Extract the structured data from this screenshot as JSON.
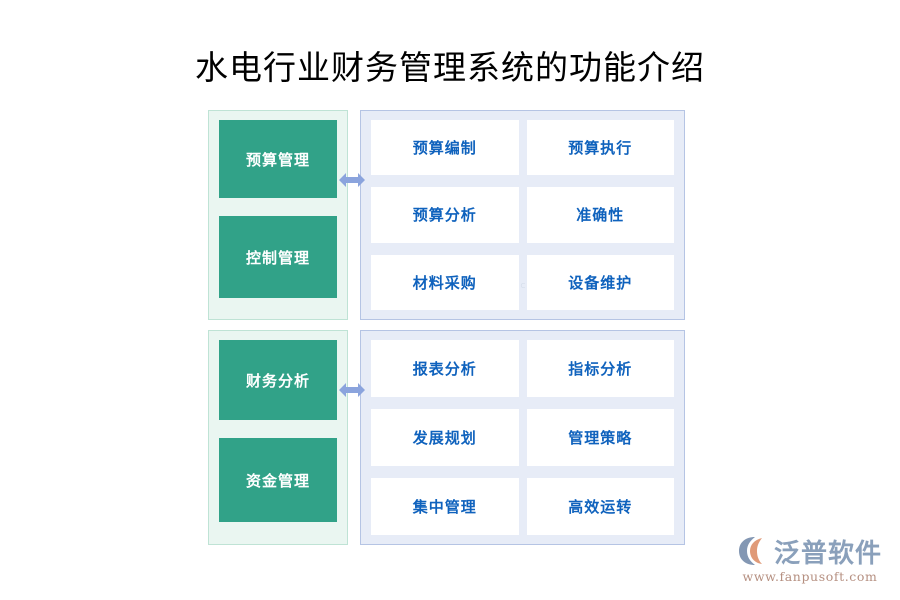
{
  "page": {
    "title": "水电行业财务管理系统的功能介绍",
    "background_color": "#ffffff"
  },
  "colors": {
    "green_box": "#31a288",
    "green_panel_bg": "#eaf6f1",
    "green_panel_border": "#bfe3d5",
    "blue_panel_bg": "#e7ecf7",
    "blue_panel_border": "#b5c4e4",
    "card_bg": "#ffffff",
    "card_text": "#0f62bd",
    "arrow": "#8ba4dd",
    "title_text": "#000000"
  },
  "sections": [
    {
      "id": "budget-control",
      "modules": [
        {
          "label": "预算管理"
        },
        {
          "label": "控制管理"
        }
      ],
      "connector": {
        "icon": "double-arrow-icon"
      },
      "features": [
        {
          "label": "预算编制"
        },
        {
          "label": "预算执行"
        },
        {
          "label": "预算分析"
        },
        {
          "label": "准确性"
        },
        {
          "label": "材料采购"
        },
        {
          "label": "设备维护"
        }
      ]
    },
    {
      "id": "finance-fund",
      "modules": [
        {
          "label": "财务分析"
        },
        {
          "label": "资金管理"
        }
      ],
      "connector": {
        "icon": "double-arrow-icon"
      },
      "features": [
        {
          "label": "报表分析"
        },
        {
          "label": "指标分析"
        },
        {
          "label": "发展规划"
        },
        {
          "label": "管理策略"
        },
        {
          "label": "集中管理"
        },
        {
          "label": "高效运转"
        }
      ]
    }
  ],
  "watermark": {
    "name": "泛普软件",
    "url": "WWW.FANPUSOFT.COM",
    "icon": "fanpu-logo-icon"
  },
  "brand": {
    "name": "泛普软件",
    "url": "www.fanpusoft.com",
    "icon": "fanpu-logo-icon"
  }
}
